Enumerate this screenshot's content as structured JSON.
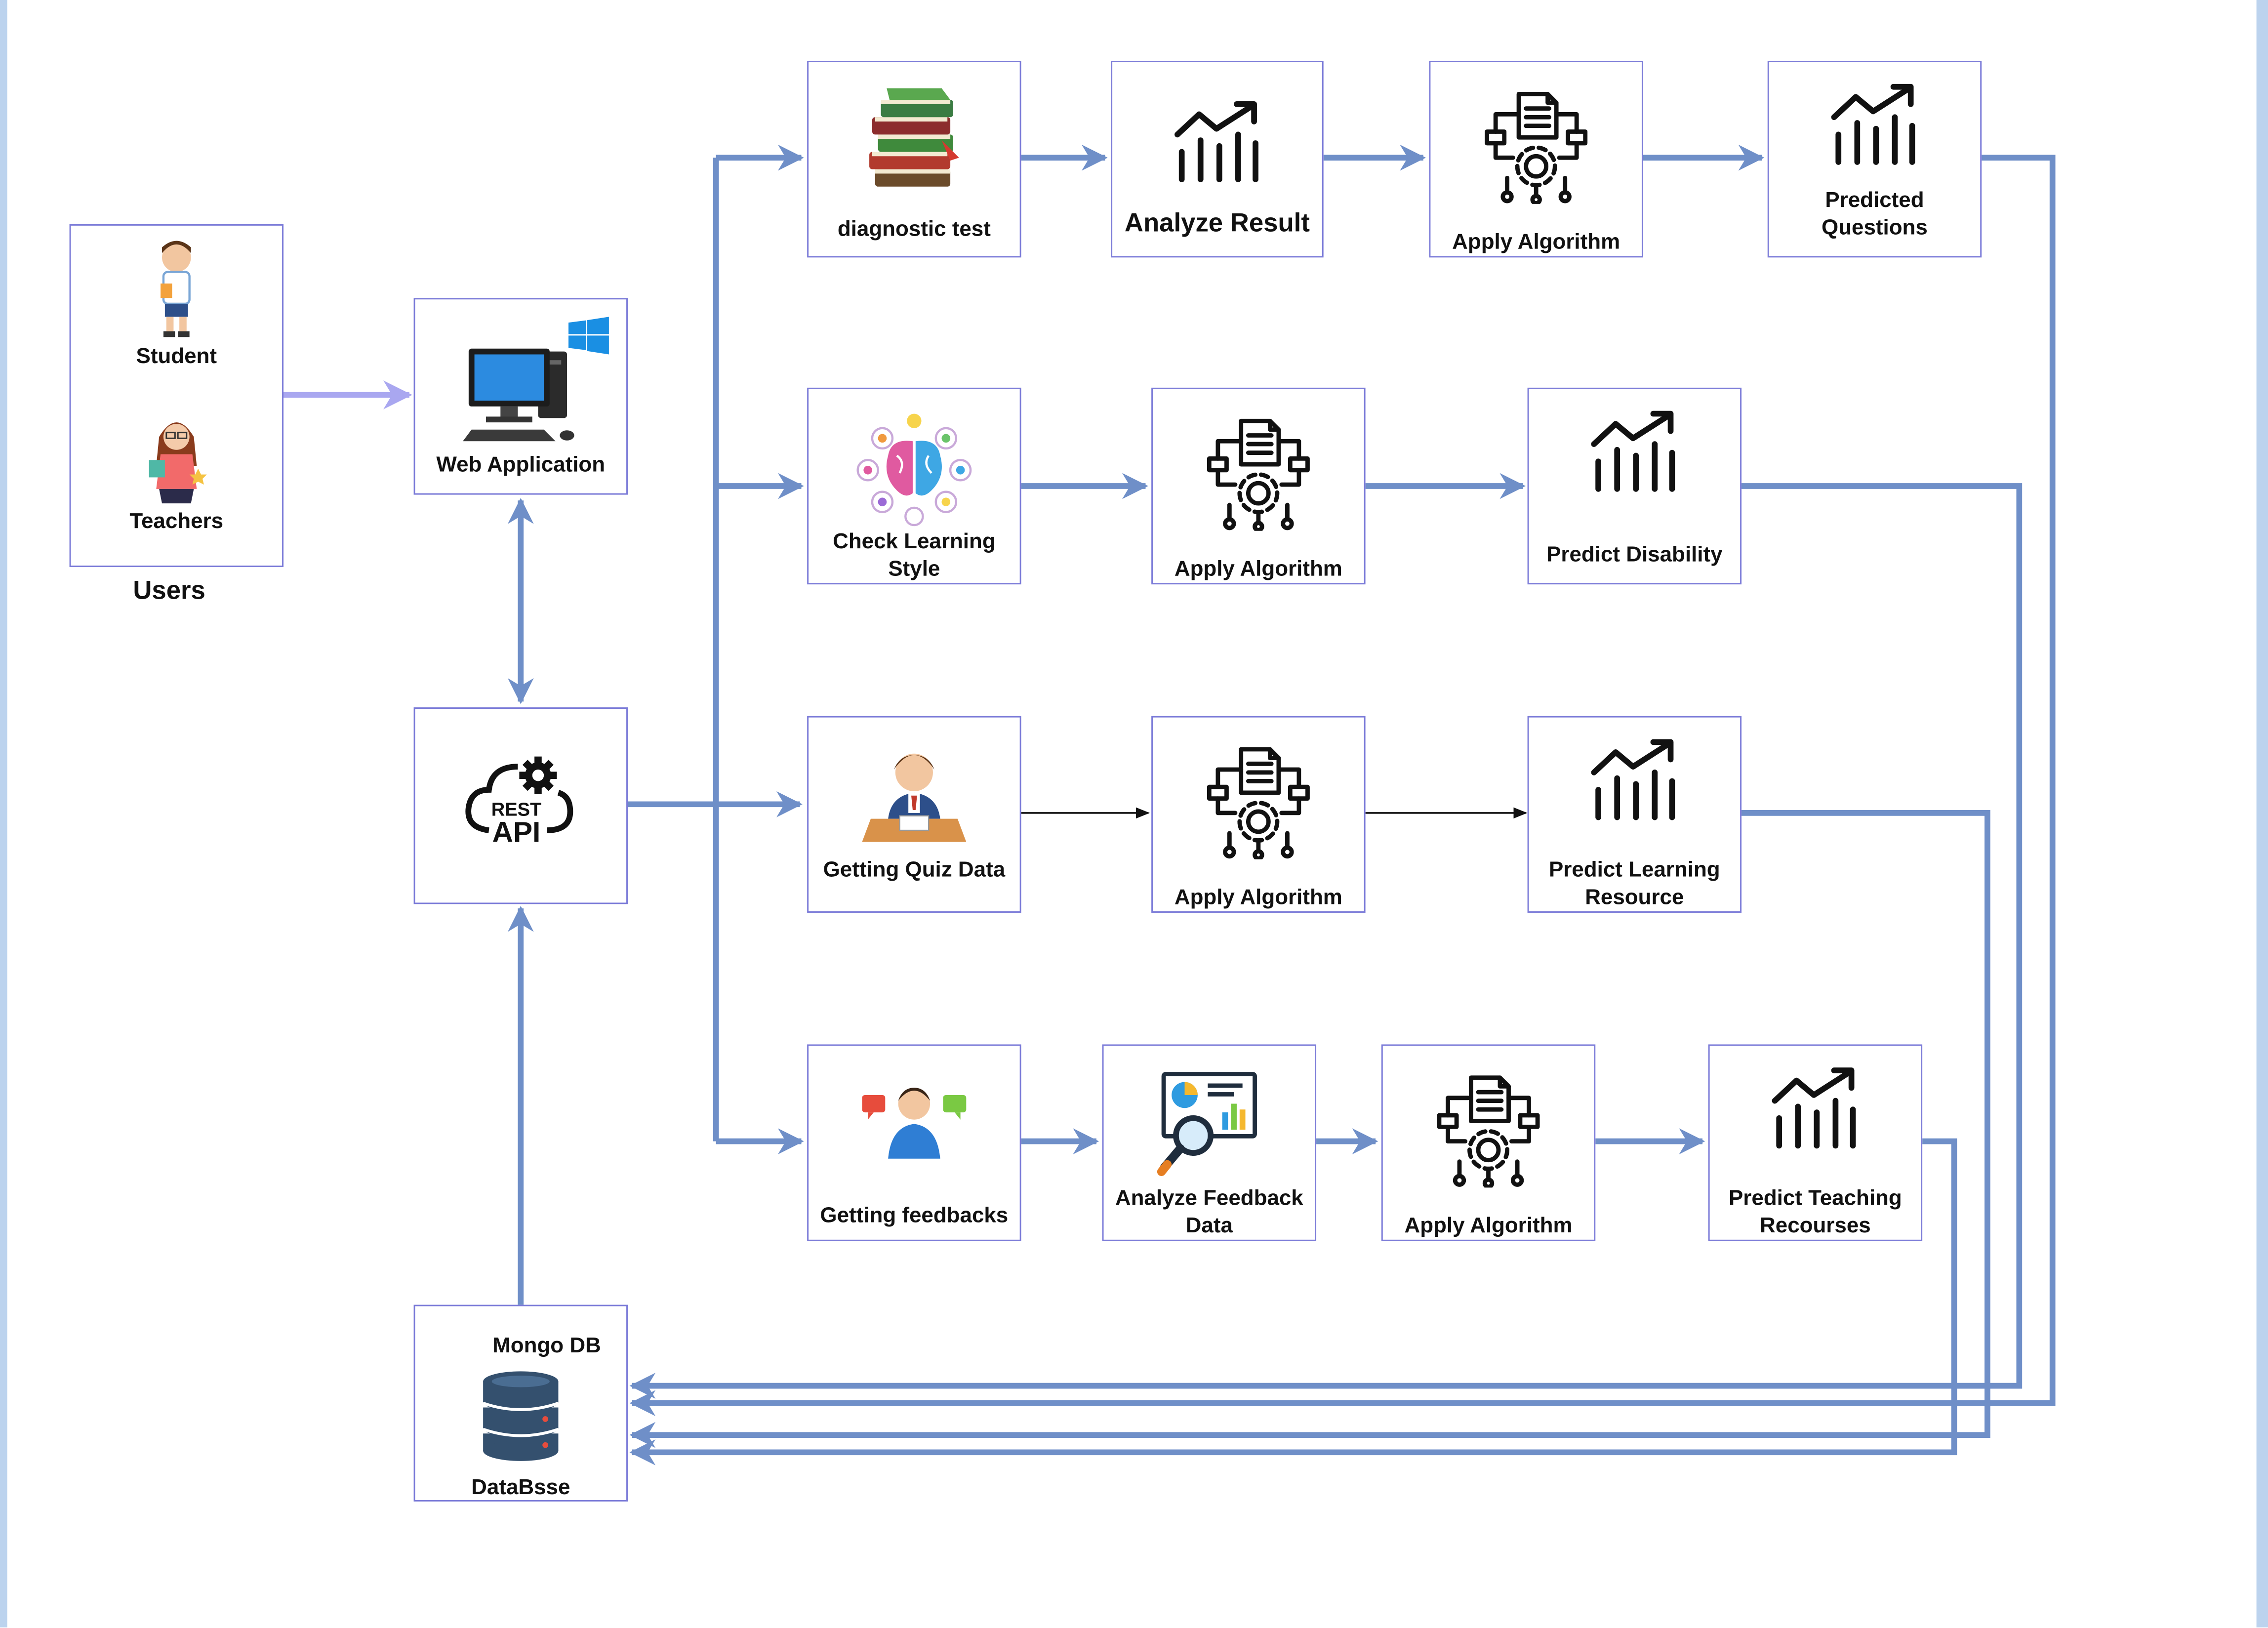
{
  "users": {
    "group_label": "Users",
    "student_label": "Student",
    "teachers_label": "Teachers"
  },
  "web_app": {
    "label": "Web Application"
  },
  "rest_api": {
    "icon_text_top": "REST",
    "icon_text_bottom": "API"
  },
  "database": {
    "title": "Mongo DB",
    "label": "DataBsse"
  },
  "rows": [
    {
      "steps": [
        "diagnostic test",
        "Analyze Result",
        "Apply Algorithm",
        "Predicted\nQuestions"
      ]
    },
    {
      "steps": [
        "Check Learning\nStyle",
        "Apply Algorithm",
        "Predict Disability"
      ]
    },
    {
      "steps": [
        "Getting Quiz Data",
        "Apply Algorithm",
        "Predict Learning\nResource"
      ]
    },
    {
      "steps": [
        "Getting feedbacks",
        "Analyze Feedback\nData",
        "Apply Algorithm",
        "Predict Teaching\nRecourses"
      ]
    }
  ],
  "colors": {
    "flow_arrow": "#6f8fc8",
    "user_arrow": "#a9a7f0",
    "node_border": "#7b7bd8",
    "thin_arrow": "#111111"
  },
  "icons": [
    "student-icon",
    "teacher-icon",
    "desktop-computer-icon",
    "windows-logo-icon",
    "rest-api-cloud-icon",
    "database-icon",
    "books-icon",
    "brain-icon",
    "chart-icon",
    "algorithm-icon",
    "student-writing-icon",
    "feedback-person-icon",
    "analytics-magnifier-icon"
  ]
}
